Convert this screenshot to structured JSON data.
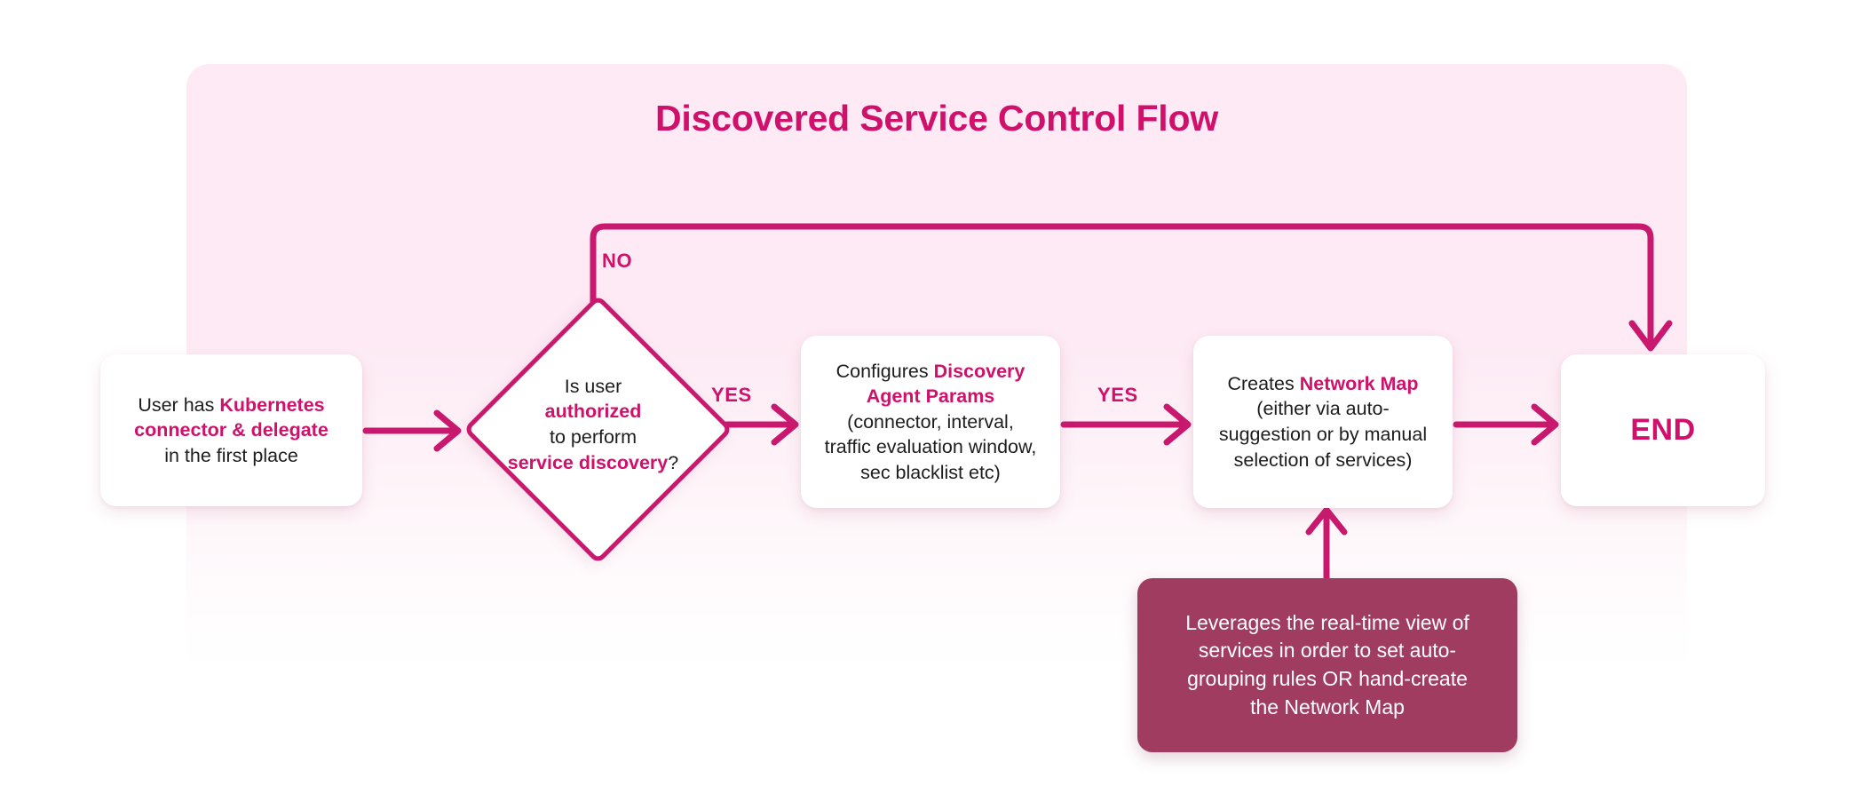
{
  "diagram": {
    "title": "Discovered Service Control Flow",
    "accent_color": "#d0116b",
    "line_color": "#c9196f",
    "panel_color": "#fdeaf4",
    "callout_color": "#a03c60",
    "node_color": "#ffffff",
    "text_color": "#1d1d1d"
  },
  "nodes": {
    "start": {
      "id": "start",
      "shape": "rounded-rect",
      "lines": [
        [
          {
            "t": "User has ",
            "em": false
          },
          {
            "t": "Kubernetes",
            "em": true
          }
        ],
        [
          {
            "t": "connector & delegate",
            "em": true
          }
        ],
        [
          {
            "t": "in the first place",
            "em": false
          }
        ]
      ]
    },
    "decision": {
      "id": "decision",
      "shape": "diamond",
      "lines": [
        [
          {
            "t": "Is user",
            "em": false
          }
        ],
        [
          {
            "t": "authorized",
            "em": true
          }
        ],
        [
          {
            "t": "to perform",
            "em": false
          }
        ],
        [
          {
            "t": "service discovery",
            "em": true
          },
          {
            "t": "?",
            "em": false
          }
        ]
      ]
    },
    "config": {
      "id": "config",
      "shape": "rounded-rect",
      "lines": [
        [
          {
            "t": "Configures ",
            "em": false
          },
          {
            "t": "Discovery",
            "em": true
          }
        ],
        [
          {
            "t": "Agent Params",
            "em": true
          }
        ],
        [
          {
            "t": "(connector, interval,",
            "em": false
          }
        ],
        [
          {
            "t": "traffic evaluation window,",
            "em": false
          }
        ],
        [
          {
            "t": "sec blacklist etc)",
            "em": false
          }
        ]
      ]
    },
    "map": {
      "id": "map",
      "shape": "rounded-rect",
      "lines": [
        [
          {
            "t": "Creates ",
            "em": false
          },
          {
            "t": "Network Map",
            "em": true
          }
        ],
        [
          {
            "t": "(either via auto-",
            "em": false
          }
        ],
        [
          {
            "t": "suggestion or by manual",
            "em": false
          }
        ],
        [
          {
            "t": "selection of services)",
            "em": false
          }
        ]
      ]
    },
    "end": {
      "id": "end",
      "shape": "rounded-rect",
      "label": "END"
    },
    "callout": {
      "id": "callout",
      "shape": "rounded-rect-filled",
      "lines": [
        [
          {
            "t": "Leverages the real-time view of",
            "em": false
          }
        ],
        [
          {
            "t": "services in order to set auto-",
            "em": false
          }
        ],
        [
          {
            "t": "grouping rules OR hand-create",
            "em": false
          }
        ],
        [
          {
            "t": "the Network Map",
            "em": false
          }
        ]
      ]
    }
  },
  "edges": [
    {
      "id": "start-to-decision",
      "from": "start",
      "to": "decision",
      "label": ""
    },
    {
      "id": "decision-no-to-end",
      "from": "decision",
      "to": "end",
      "label": "NO"
    },
    {
      "id": "decision-yes-to-config",
      "from": "decision",
      "to": "config",
      "label": "YES"
    },
    {
      "id": "config-yes-to-map",
      "from": "config",
      "to": "map",
      "label": "YES"
    },
    {
      "id": "map-to-end",
      "from": "map",
      "to": "end",
      "label": ""
    },
    {
      "id": "callout-to-map",
      "from": "callout",
      "to": "map",
      "label": ""
    }
  ],
  "edge_labels": {
    "no": "NO",
    "yes_1": "YES",
    "yes_2": "YES"
  }
}
